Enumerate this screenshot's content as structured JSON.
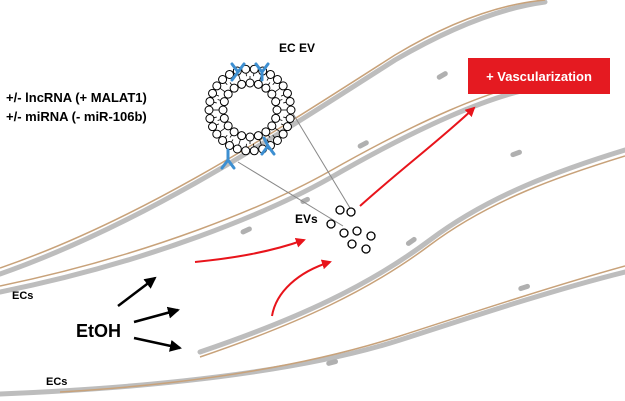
{
  "labels": {
    "ec_ev": "EC EV",
    "lncrna": "+/- lncRNA (+ MALAT1)",
    "mirna": "+/- miRNA (- miR-106b)",
    "evs": "EVs",
    "ecs_top": "ECs",
    "ecs_bottom": "ECs",
    "etoh": "EtOH",
    "vascularization": "+ Vascularization"
  },
  "colors": {
    "vessel_wall": "#bdbdbd",
    "endothelial_cell": "#c8a27a",
    "nucleus": "#b0b0b0",
    "arrow_red": "#e8141b",
    "arrow_black": "#000000",
    "box_red": "#e51a21",
    "receptor": "#3d8fd1"
  }
}
